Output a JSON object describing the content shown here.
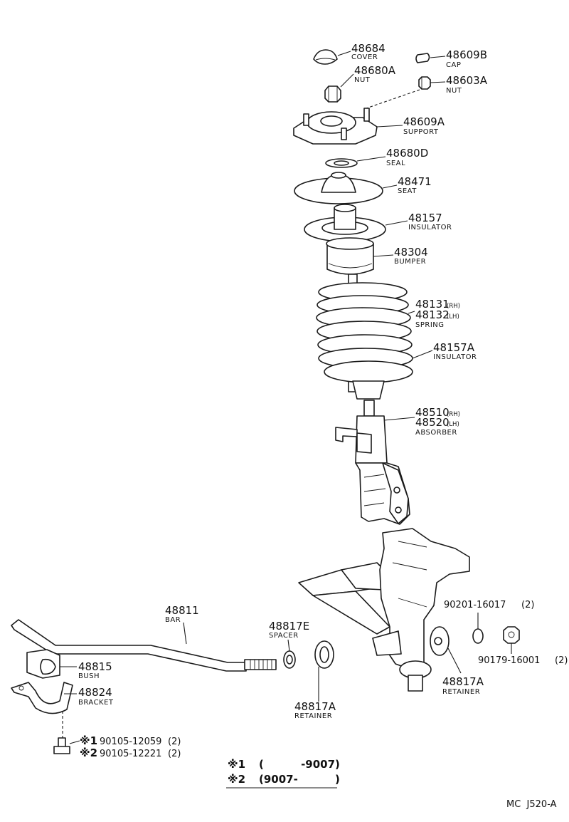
{
  "parts": {
    "cover": {
      "num": "48684",
      "name": "COVER"
    },
    "cap": {
      "num": "48609B",
      "name": "CAP"
    },
    "nut_a": {
      "num": "48680A",
      "name": "NUT"
    },
    "nut_b": {
      "num": "48603A",
      "name": "NUT"
    },
    "support": {
      "num": "48609A",
      "name": "SUPPORT"
    },
    "seal": {
      "num": "48680D",
      "name": "SEAL"
    },
    "seat": {
      "num": "48471",
      "name": "SEAT"
    },
    "insulator_upper": {
      "num": "48157",
      "name": "INSULATOR"
    },
    "bumper": {
      "num": "48304",
      "name": "BUMPER"
    },
    "spring": {
      "num_rh": "48131",
      "side_rh": "(RH)",
      "num_lh": "48132",
      "side_lh": "(LH)",
      "name": "SPRING"
    },
    "insulator_lower": {
      "num": "48157A",
      "name": "INSULATOR"
    },
    "absorber": {
      "num_rh": "48510",
      "side_rh": "(RH)",
      "num_lh": "48520",
      "side_lh": "(LH)",
      "name": "ABSORBER"
    },
    "bolt_knuckle": {
      "code": "90201-16017",
      "qty": "(2)"
    },
    "nut_knuckle": {
      "code": "90179-16001",
      "qty": "(2)"
    },
    "bar": {
      "num": "48811",
      "name": "BAR"
    },
    "spacer": {
      "num": "48817E",
      "name": "SPACER"
    },
    "retainer_left": {
      "num": "48817A",
      "name": "RETAINER"
    },
    "retainer_right": {
      "num": "48817A",
      "name": "RETAINER"
    },
    "bush": {
      "num": "48815",
      "name": "BUSH"
    },
    "bracket": {
      "num": "48824",
      "name": "BRACKET"
    },
    "bracket_bolt_1": {
      "mark": "※1",
      "code": "90105-12059",
      "qty": "(2)"
    },
    "bracket_bolt_2": {
      "mark": "※2",
      "code": "90105-12221",
      "qty": "(2)"
    }
  },
  "legend": {
    "row1": {
      "mark": "※1",
      "range": "(          -9007)"
    },
    "row2": {
      "mark": "※2",
      "range": "(9007-          )"
    }
  },
  "footer": {
    "code": "MC  J520-A"
  }
}
